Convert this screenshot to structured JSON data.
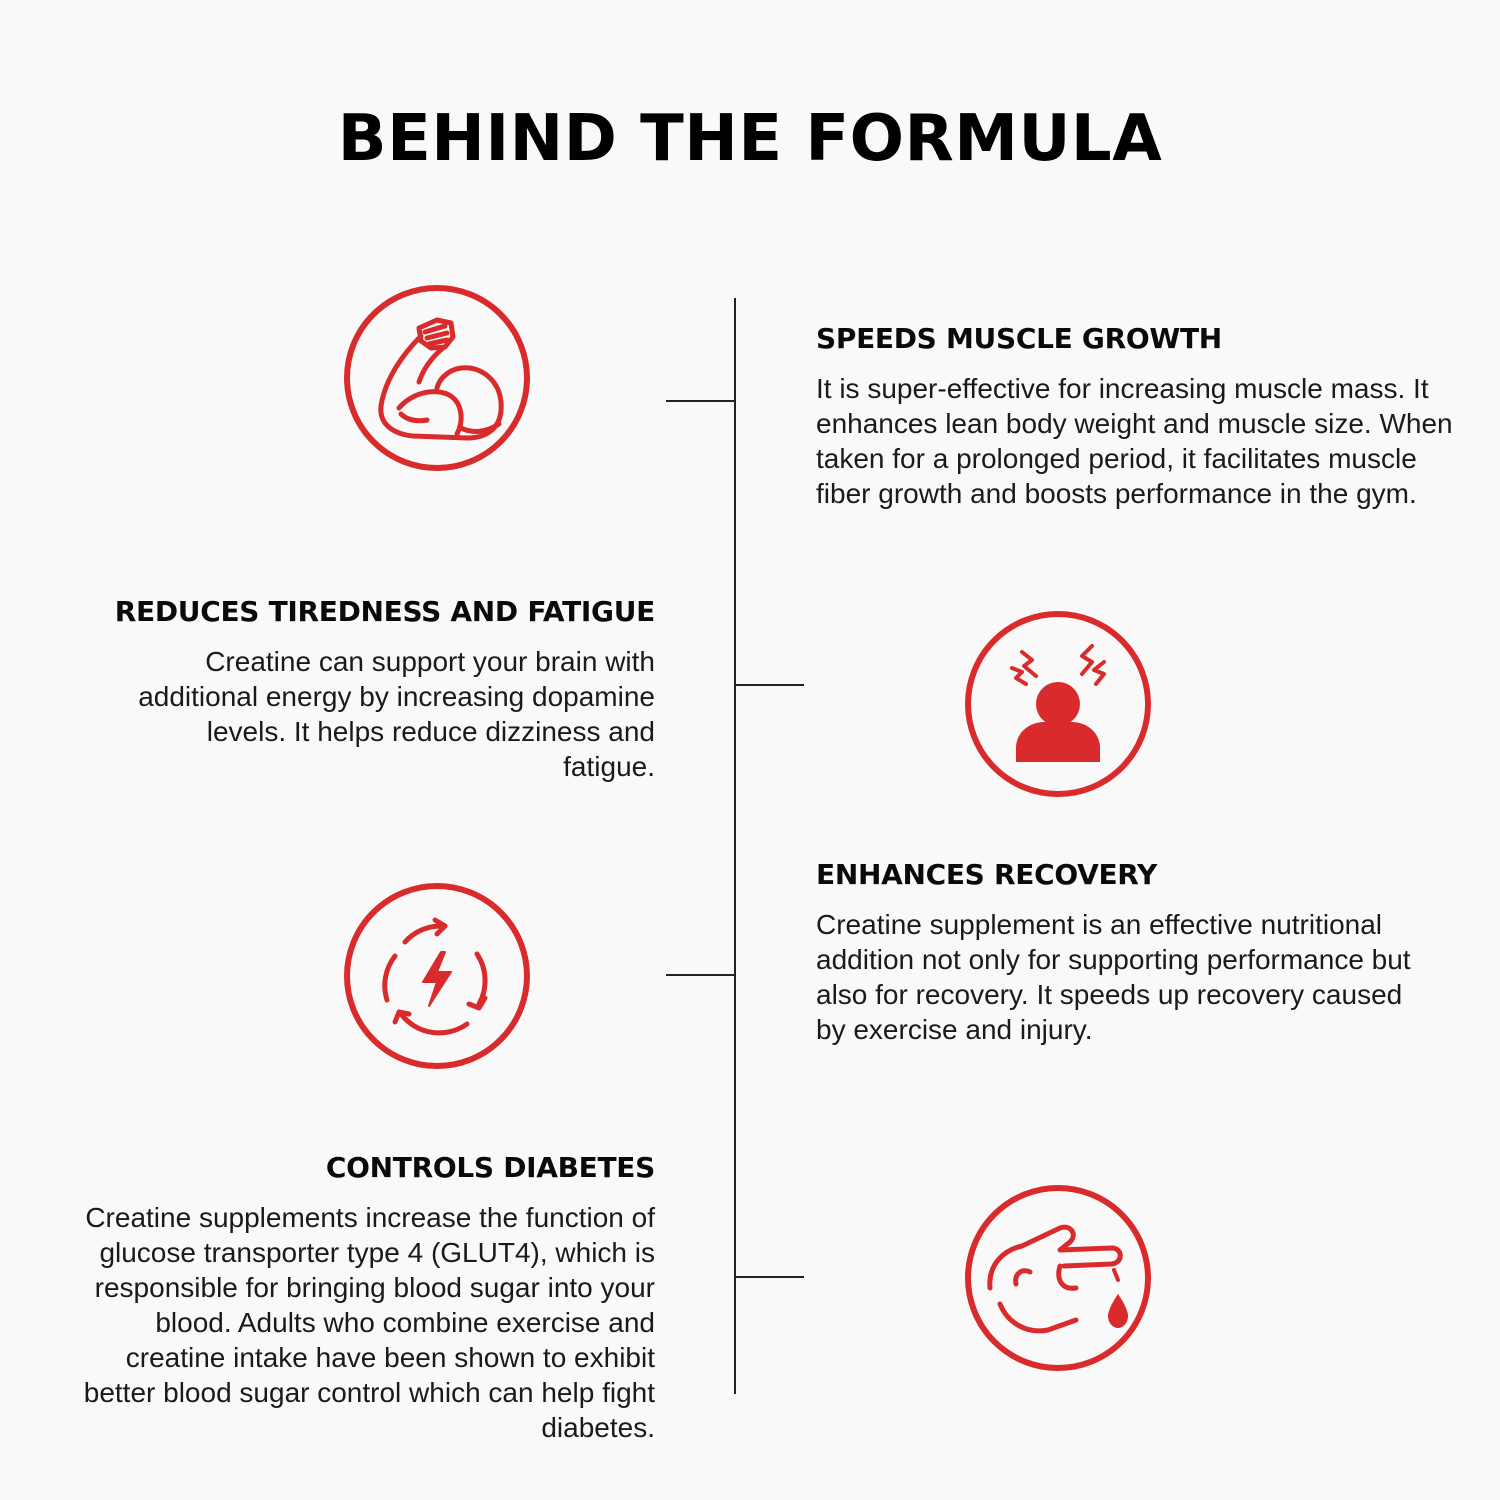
{
  "page": {
    "title": "BEHIND THE FORMULA",
    "accent_color": "#d92b2b",
    "text_color": "#1a1a1a"
  },
  "features": [
    {
      "heading": "SPEEDS MUSCLE GROWTH",
      "body": "It is super-effective for increasing muscle mass. It enhances lean body weight and muscle size. When taken for a prolonged period, it facilitates muscle fiber growth and boosts performance in the gym.",
      "icon": "flexed-bicep-icon"
    },
    {
      "heading": "REDUCES TIREDNESS AND FATIGUE",
      "body": "Creatine can support your brain with additional energy by increasing dopamine levels. It helps reduce dizziness and fatigue.",
      "icon": "headache-person-icon"
    },
    {
      "heading": "ENHANCES RECOVERY",
      "body": "Creatine supplement is an effective nutritional addition not only for supporting performance but also for recovery.  It speeds up recovery caused by exercise and injury.",
      "icon": "energy-cycle-icon"
    },
    {
      "heading": "CONTROLS DIABETES",
      "body": "Creatine supplements increase the function of glucose transporter type 4 (GLUT4), which is responsible for bringing blood sugar into your blood.  Adults who combine exercise and creatine intake have been shown to exhibit better blood sugar control which can help fight diabetes.",
      "icon": "finger-blood-drop-icon"
    }
  ]
}
